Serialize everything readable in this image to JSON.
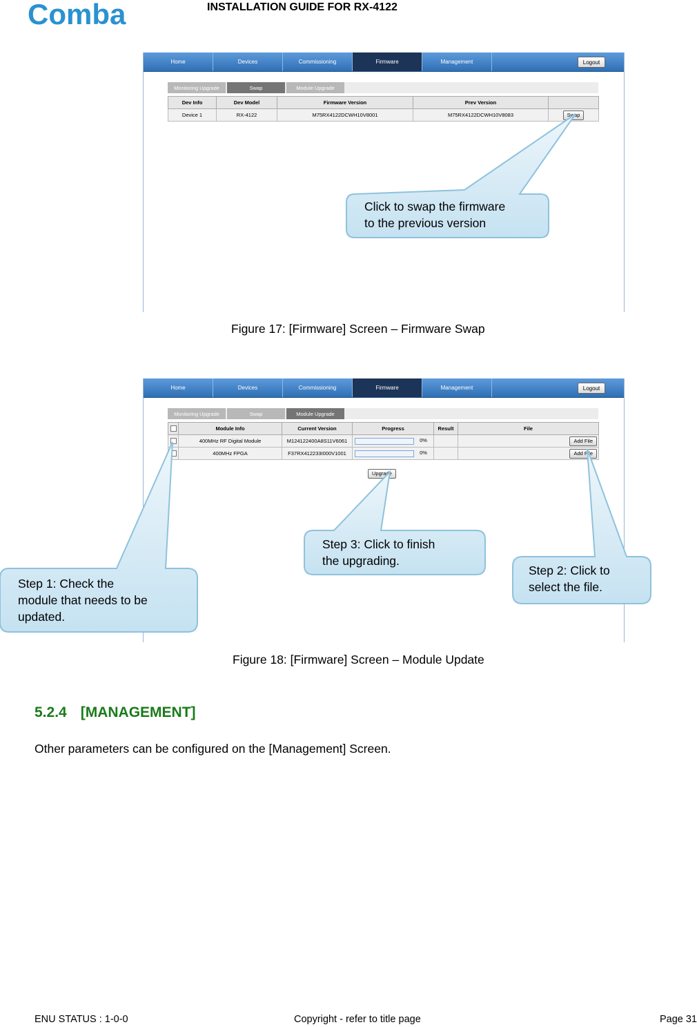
{
  "brand": {
    "logo_text": "Comba",
    "color": "#2a92d0"
  },
  "header": {
    "title": "INSTALLATION GUIDE FOR RX-4122"
  },
  "nav": {
    "tabs": [
      "Home",
      "Devices",
      "Commissioning",
      "Firmware",
      "Management"
    ],
    "active": "Firmware",
    "logout_label": "Logout"
  },
  "figure17": {
    "subtabs": [
      "Monitoring Upgrade",
      "Swap",
      "Module Upgrade"
    ],
    "active_subtab": "Swap",
    "columns": [
      "Dev Info",
      "Dev Model",
      "Firmware Version",
      "Prev Version",
      ""
    ],
    "row": {
      "dev_info": "Device 1",
      "dev_model": "RX-4122",
      "firmware_version": "M75RX4122DCWH10V8001",
      "prev_version": "M75RX4122DCWH10V8083",
      "action": "Swap"
    },
    "callout": [
      "Click to swap the firmware",
      "to the previous version"
    ],
    "caption": "Figure 17: [Firmware] Screen – Firmware Swap"
  },
  "figure18": {
    "subtabs": [
      "Monitoring Upgrade",
      "Swap",
      "Module Upgrade"
    ],
    "active_subtab": "Module Upgrade",
    "columns": [
      "",
      "Module Info",
      "Current Version",
      "Progress",
      "Result",
      "File"
    ],
    "rows": [
      {
        "module": "400MHz RF Digital Module",
        "version": "M124122400A8S11V6061",
        "progress": "0%",
        "progress_value": 0,
        "result": "",
        "file_button": "Add File"
      },
      {
        "module": "400MHz FPGA",
        "version": "F37RX412233I000V1001",
        "progress": "0%",
        "progress_value": 0,
        "result": "",
        "file_button": "Add File"
      }
    ],
    "upgrade_label": "Upgrade",
    "step1": [
      "Step 1: Check the",
      "module that needs to be",
      "updated."
    ],
    "step2": [
      "Step 2: Click to",
      "select the file."
    ],
    "step3": [
      "Step 3: Click to finish",
      "the upgrading."
    ],
    "caption": "Figure 18: [Firmware] Screen – Module Update"
  },
  "section": {
    "number": "5.2.4",
    "title": "[MANAGEMENT]",
    "body": "Other parameters can be configured on  the [Management] Screen."
  },
  "footer": {
    "status": "ENU STATUS : 1-0-0",
    "copyright": "Copyright - refer to title page",
    "page": "Page 31"
  }
}
